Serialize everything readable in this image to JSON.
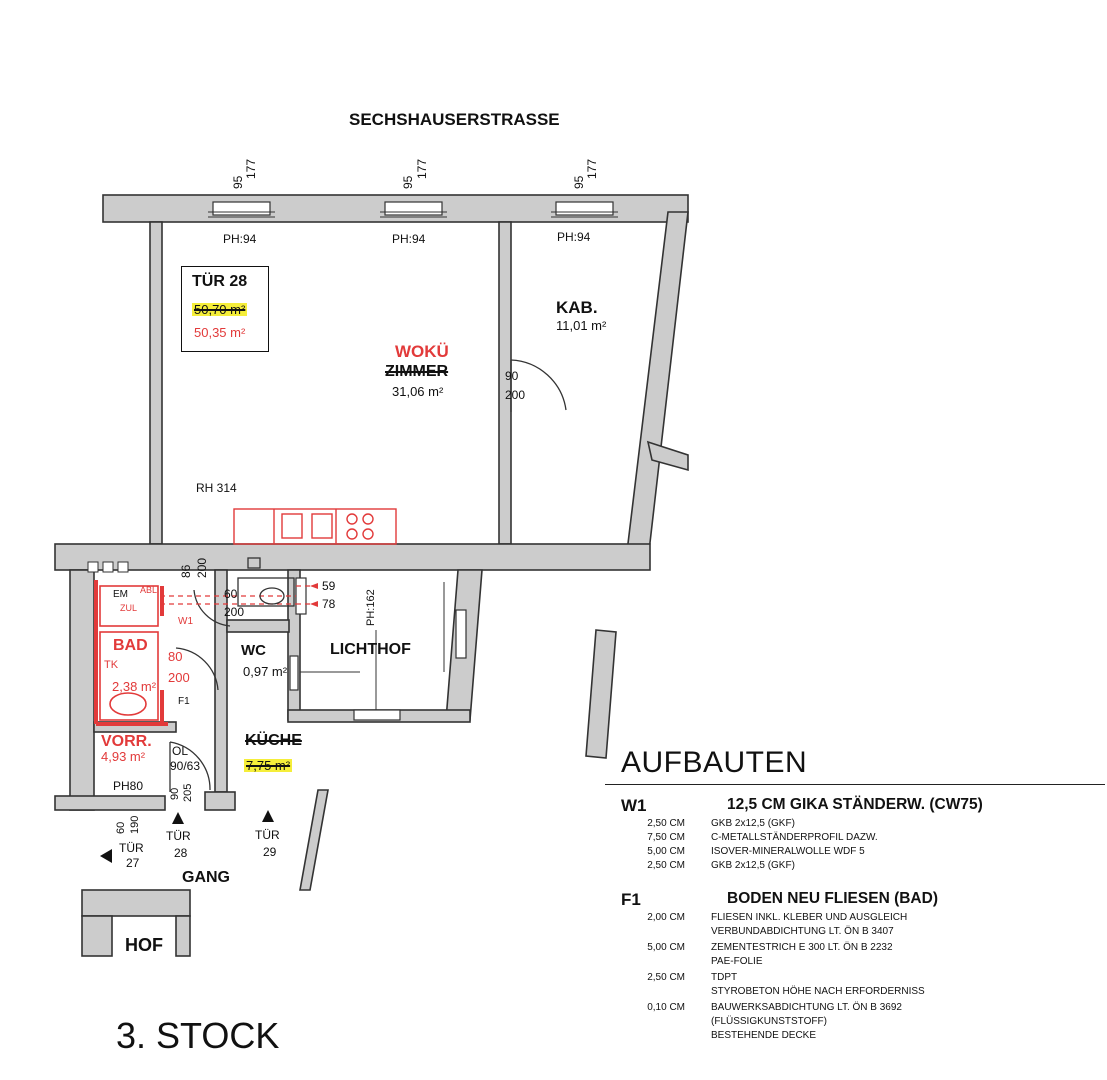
{
  "street": "SECHSHAUSERSTRASSE",
  "windows": [
    {
      "dim_top": "95",
      "dim_bottom": "177",
      "ph": "PH:94"
    },
    {
      "dim_top": "95",
      "dim_bottom": "177",
      "ph": "PH:94"
    },
    {
      "dim_top": "95",
      "dim_bottom": "177",
      "ph": "PH:94"
    }
  ],
  "apartment": {
    "label": "TÜR 28",
    "area_old": "50,70 m²",
    "area_new": "50,35 m²"
  },
  "rooms": {
    "main": {
      "new_name": "WOKÜ",
      "old_name": "ZIMMER",
      "area": "31,06 m²",
      "rh": "RH 314"
    },
    "kab": {
      "name": "KAB.",
      "area": "11,01 m²"
    },
    "bad": {
      "name": "BAD",
      "area": "2,38 m²",
      "abbr": "TK"
    },
    "vorr": {
      "name": "VORR.",
      "area": "4,93 m²"
    },
    "wc": {
      "name": "WC",
      "area": "0,97 m²"
    },
    "kueche": {
      "name": "KÜCHE",
      "area": "7,75 m²"
    },
    "lichthof": {
      "name": "LICHTHOF",
      "ph": "PH:162"
    },
    "gang": {
      "name": "GANG"
    },
    "hof": {
      "name": "HOF"
    }
  },
  "dims": {
    "door_kab": {
      "w": "90",
      "h": "200"
    },
    "door_wc_top": {
      "w": "60",
      "h": "200"
    },
    "vent": {
      "a": "86",
      "b": "200"
    },
    "lichthof_window": {
      "a": "59",
      "b": "78"
    },
    "door_bad": {
      "w": "80",
      "h": "200"
    },
    "door_entry": {
      "w": "90",
      "h": "205"
    },
    "ol": {
      "label": "OL",
      "value": "90/63"
    },
    "ph80": "PH80",
    "corridor_door": {
      "a": "60",
      "b": "190"
    }
  },
  "bath_labels": {
    "em": "EM",
    "abl": "ABL",
    "zul": "ZUL",
    "w1": "W1",
    "f1": "F1"
  },
  "neighbors": [
    {
      "label": "TÜR",
      "num": "27"
    },
    {
      "label": "TÜR",
      "num": "28"
    },
    {
      "label": "TÜR",
      "num": "29"
    }
  ],
  "floor": "3. STOCK",
  "legend": {
    "title": "AUFBAUTEN",
    "sections": [
      {
        "code": "W1",
        "heading": "12,5 CM GIKA STÄNDERW. (CW75)",
        "rows": [
          {
            "dim": "2,50 CM",
            "desc": "GKB 2x12,5   (GKF)"
          },
          {
            "dim": "7,50 CM",
            "desc": "C-METALLSTÄNDERPROFIL DAZW."
          },
          {
            "dim": "5,00 CM",
            "desc": "ISOVER-MINERALWOLLE WDF 5"
          },
          {
            "dim": "2,50 CM",
            "desc": "GKB 2x12,5   (GKF)"
          }
        ]
      },
      {
        "code": "F1",
        "heading": "BODEN NEU FLIESEN (BAD)",
        "rows": [
          {
            "dim": "2,00 CM",
            "desc": "FLIESEN INKL. KLEBER UND AUSGLEICH"
          },
          {
            "dim": "",
            "desc": "VERBUNDABDICHTUNG LT. ÖN B 3407"
          },
          {
            "dim": "5,00 CM",
            "desc": "ZEMENTESTRICH E 300 LT. ÖN B 2232"
          },
          {
            "dim": "",
            "desc": "PAE-FOLIE"
          },
          {
            "dim": "2,50 CM",
            "desc": "TDPT"
          },
          {
            "dim": "",
            "desc": "STYROBETON  HÖHE NACH ERFORDERNISS"
          },
          {
            "dim": "0,10 CM",
            "desc": "BAUWERKSABDICHTUNG LT. ÖN B 3692"
          },
          {
            "dim": "",
            "desc": "(FLÜSSIGKUNSTSTOFF)"
          },
          {
            "dim": "",
            "desc": "BESTEHENDE DECKE"
          }
        ]
      }
    ]
  },
  "colors": {
    "wall": "#cccccc",
    "wall_stroke": "#333333",
    "red": "#e23a3a",
    "highlight": "#f5ee3a"
  }
}
